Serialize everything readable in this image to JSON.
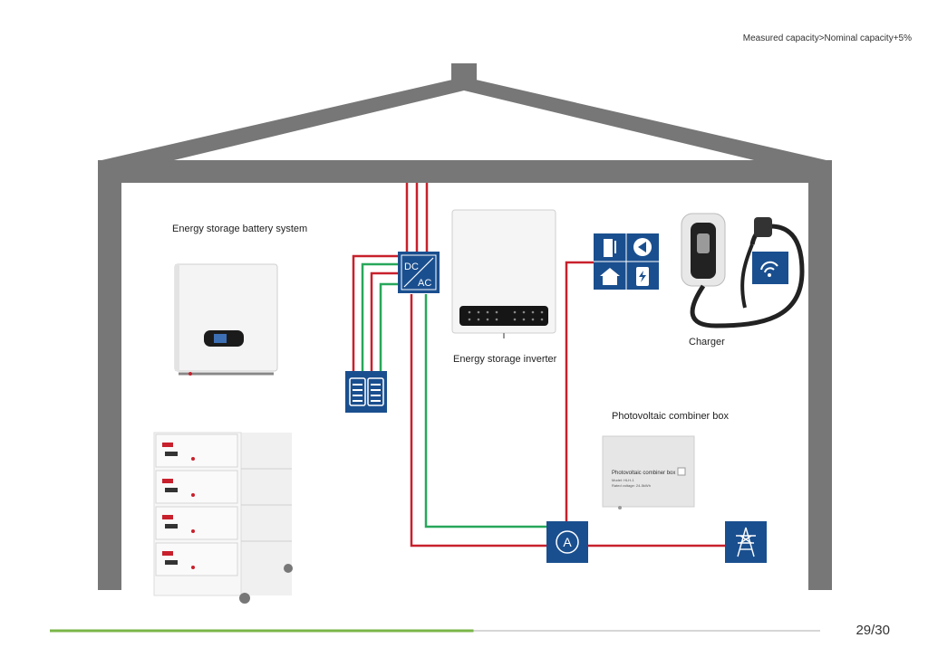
{
  "header": {
    "note": "Measured capacity>Nominal capacity+5%"
  },
  "labels": {
    "battery_system": "Energy storage battery system",
    "inverter": "Energy storage inverter",
    "charger": "Charger",
    "pv_box": "Photovoltaic combiner box"
  },
  "converter": {
    "top": "DC",
    "bottom": "AC"
  },
  "meter": {
    "symbol": "A"
  },
  "pv_box_plate": {
    "title": "Photovoltaic combiner box",
    "line1": "Model: HLH-1",
    "line2": "Rated voltage: 24-5kWh"
  },
  "footer": {
    "page": "29/30",
    "progress": 0.55
  },
  "colors": {
    "house": "#777777",
    "tile": "#1a4f8f",
    "red_wire": "#c8202c",
    "green_wire": "#27a75a",
    "progress": "#7ab648"
  }
}
